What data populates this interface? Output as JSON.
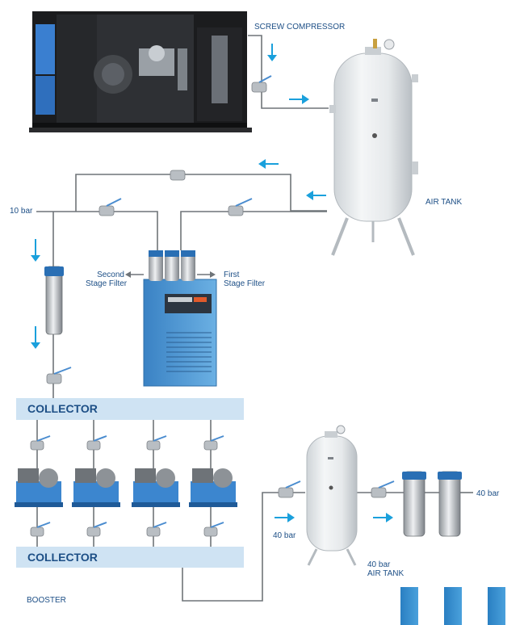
{
  "labels": {
    "screw_compressor": "SCREW COMPRESSOR",
    "air_tank": "AIR TANK",
    "ten_bar": "10 bar",
    "second_stage_filter": [
      "Second",
      "Stage Filter"
    ],
    "first_stage_filter": [
      "First",
      "Stage Filter"
    ],
    "collector_top": "COLLECTOR",
    "collector_bottom": "COLLECTOR",
    "forty_bar_left": "40 bar",
    "forty_bar_right": "40 bar",
    "forty_bar_air_tank": [
      "40 bar",
      "AIR TANK"
    ],
    "booster": "BOOSTER"
  },
  "icons": {
    "flow_arrow": "arrow-icon",
    "valve": "ball-valve-icon",
    "tank": "air-tank-icon",
    "filter": "filter-icon",
    "compressor": "screw-compressor-icon",
    "booster": "booster-compressor-icon",
    "dryer": "air-dryer-icon"
  },
  "colors": {
    "accent": "#1aa0dc",
    "text": "#1d4f86",
    "collector_band": "#cfe3f3",
    "pipe": "#6f7478",
    "tank": "#e9ecee",
    "dryer": "#3f87c9",
    "compressor_body": "#1e1f21",
    "compressor_panel": "#3a7fd0",
    "bar_blue": "#2f86c9"
  }
}
